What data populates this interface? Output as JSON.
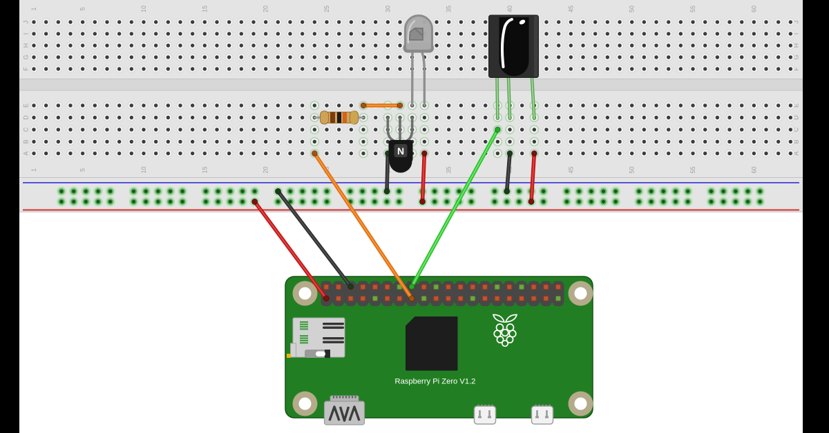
{
  "diagram": {
    "kind": "breadboard wiring diagram (Fritzing style)"
  },
  "breadboard": {
    "column_numbers": [
      "1",
      "5",
      "10",
      "15",
      "20",
      "25",
      "30",
      "35",
      "40",
      "45",
      "50",
      "55",
      "60"
    ],
    "column_number_values": [
      1,
      5,
      10,
      15,
      20,
      25,
      30,
      35,
      40,
      45,
      50,
      55,
      60
    ],
    "row_letters_top": [
      "J",
      "I",
      "H",
      "G",
      "F"
    ],
    "row_letters_bottom": [
      "E",
      "D",
      "C",
      "B",
      "A"
    ],
    "total_columns": 63,
    "rail_rows": 2,
    "rail_groups": 10,
    "rail_holes_per_group": 5
  },
  "components": {
    "resistor": {
      "name": "resistor",
      "row": "D",
      "from_col": 24,
      "to_col": 28,
      "band_colors": [
        "brown",
        "black",
        "orange",
        "gold"
      ]
    },
    "led": {
      "name": "led-clear",
      "row": "E",
      "left_leg_col": 32,
      "right_leg_col": 33
    },
    "transistor": {
      "name": "transistor",
      "label": "N",
      "row": "D",
      "cols": [
        30,
        31,
        32
      ]
    },
    "ir_receiver": {
      "name": "ir-receiver",
      "row": "D",
      "cols": [
        39,
        40,
        42
      ]
    }
  },
  "wires": [
    {
      "name": "jumper-orange-horizontal",
      "color": "orange",
      "from": {
        "type": "hole",
        "row": "E",
        "col": 28
      },
      "to": {
        "type": "hole",
        "row": "E",
        "col": 31
      }
    },
    {
      "name": "jumper-black-left",
      "color": "black",
      "from": {
        "type": "hole",
        "row": "A",
        "col": 30
      },
      "to": {
        "type": "rail",
        "row": 0,
        "group": 4,
        "hole": 3
      }
    },
    {
      "name": "jumper-red-left",
      "color": "red",
      "from": {
        "type": "hole",
        "row": "A",
        "col": 33
      },
      "to": {
        "type": "rail",
        "row": 1,
        "group": 5,
        "hole": 0
      }
    },
    {
      "name": "jumper-black-right",
      "color": "black",
      "from": {
        "type": "hole",
        "row": "A",
        "col": 40
      },
      "to": {
        "type": "rail",
        "row": 0,
        "group": 6,
        "hole": 1
      }
    },
    {
      "name": "jumper-red-right",
      "color": "red",
      "from": {
        "type": "hole",
        "row": "A",
        "col": 42
      },
      "to": {
        "type": "rail",
        "row": 1,
        "group": 6,
        "hole": 3
      }
    },
    {
      "name": "wire-red-power",
      "color": "red",
      "from": {
        "type": "rail",
        "row": 1,
        "group": 2,
        "hole": 4
      },
      "to": {
        "type": "pi",
        "row": "bottom",
        "col": 1
      }
    },
    {
      "name": "wire-black-ground",
      "color": "black",
      "from": {
        "type": "rail",
        "row": 0,
        "group": 3,
        "hole": 0
      },
      "to": {
        "type": "pi",
        "row": "top",
        "col": 3
      }
    },
    {
      "name": "wire-orange-gpio",
      "color": "orange",
      "from": {
        "type": "hole",
        "row": "A",
        "col": 24
      },
      "to": {
        "type": "pi",
        "row": "bottom",
        "col": 8
      }
    },
    {
      "name": "wire-green-gpio",
      "color": "green",
      "from": {
        "type": "hole",
        "row": "C",
        "col": 39
      },
      "to": {
        "type": "pi",
        "row": "top",
        "col": 8
      }
    }
  ],
  "pi": {
    "title": "Raspberry Pi Zero V1.2",
    "pins_per_row": 20,
    "header_pin_colors": {
      "top": "rrrrrrgrrgrrrrgrgrrr",
      "bottom": "rrrrgrrrgrrrgrrrrrrg"
    }
  },
  "colors": {
    "wire": {
      "red": "#c41414",
      "black": "#2e2e2e",
      "orange": "#e2710f",
      "green": "#2bc42b"
    },
    "board_body": "#e4e4e4",
    "channel": "#d7d7d7",
    "rail_blue_line": "#5353d8",
    "rail_red_line": "#d03030",
    "hole_center": "#3b3b3b",
    "highlight_green": "#9ed69e",
    "pcb_green": "#227e22",
    "pin_red": "#c2522e",
    "pin_green": "#71a73e",
    "mount_hole_ring": "#b3ab8a",
    "resistor_body": "#cfa257",
    "side_bars": "#000000"
  }
}
